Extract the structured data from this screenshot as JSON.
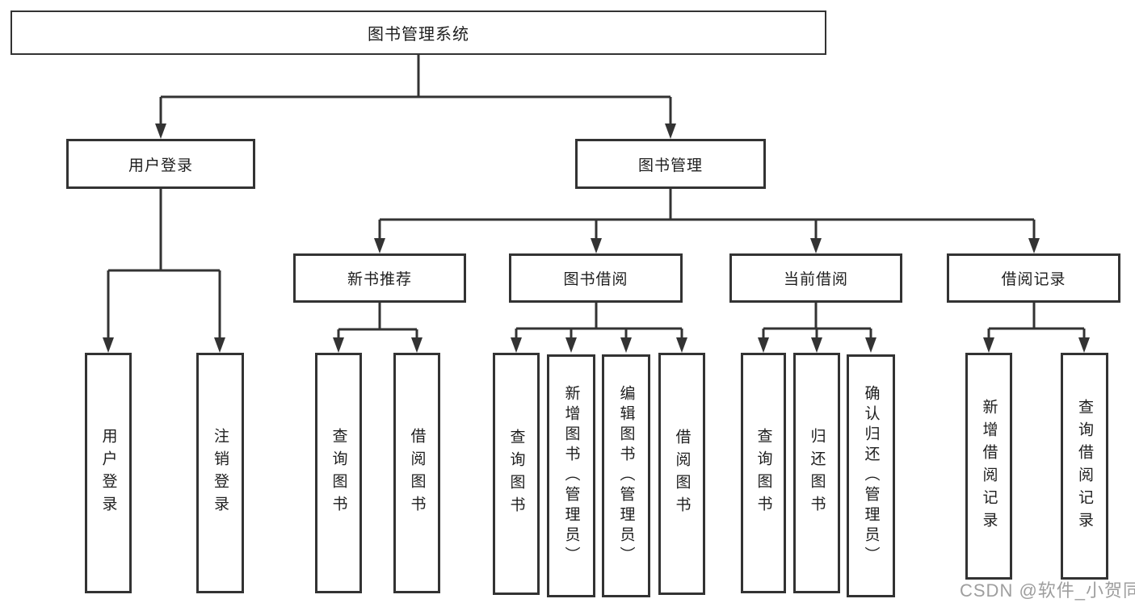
{
  "diagram": {
    "root": {
      "label": "图书管理系统"
    },
    "level2": [
      {
        "label": "用户登录"
      },
      {
        "label": "图书管理"
      }
    ],
    "level3": [
      {
        "label": "新书推荐",
        "parent": "图书管理"
      },
      {
        "label": "图书借阅",
        "parent": "图书管理"
      },
      {
        "label": "当前借阅",
        "parent": "图书管理"
      },
      {
        "label": "借阅记录",
        "parent": "图书管理"
      }
    ],
    "leaves": [
      {
        "label": "用户登录",
        "parent": "用户登录"
      },
      {
        "label": "注销登录",
        "parent": "用户登录"
      },
      {
        "label": "查询图书",
        "parent": "新书推荐"
      },
      {
        "label": "借阅图书",
        "parent": "新书推荐"
      },
      {
        "label": "查询图书",
        "parent": "图书借阅"
      },
      {
        "label": "新增图书（管理员）",
        "parent": "图书借阅"
      },
      {
        "label": "编辑图书（管理员）",
        "parent": "图书借阅"
      },
      {
        "label": "借阅图书",
        "parent": "图书借阅"
      },
      {
        "label": "查询图书",
        "parent": "当前借阅"
      },
      {
        "label": "归还图书",
        "parent": "当前借阅"
      },
      {
        "label": "确认归还（管理员）",
        "parent": "当前借阅"
      },
      {
        "label": "新增借阅记录",
        "parent": "借阅记录"
      },
      {
        "label": "查询借阅记录",
        "parent": "借阅记录"
      }
    ],
    "watermark": "CSDN @软件_小贺同学",
    "colors": {
      "line": "#333333",
      "box_border": "#333333",
      "text": "#1e1e1e",
      "watermark": "#9e9e9e",
      "background": "#ffffff"
    }
  }
}
